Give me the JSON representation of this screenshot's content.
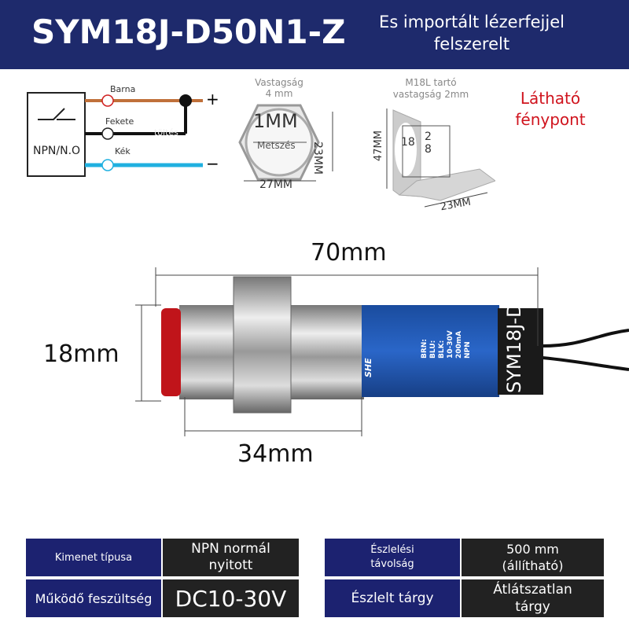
{
  "header": {
    "title": "SYM18J-D50N1-Z",
    "subtitle": "Es importált lézerfejjel felszerelt"
  },
  "wiring": {
    "box_label": "NPN/N.O",
    "wires": [
      {
        "label": "Barna",
        "color": "#c0703a",
        "sign": "+"
      },
      {
        "label": "Fekete",
        "color": "#111111"
      },
      {
        "label": "Kék",
        "color": "#20b0e0",
        "sign": "−"
      }
    ],
    "overlay_text": "töltés"
  },
  "nut": {
    "thickness": "Vastagság",
    "thickness_value": "4 mm",
    "pitch": "1MM",
    "pitch_label": "Metszés",
    "height": "23MM",
    "width": "27MM"
  },
  "bracket": {
    "title": "M18L tartó",
    "thickness": "vastagság 2mm",
    "height": "47MM",
    "width": "23MM",
    "hole": "18",
    "slot_top": "2",
    "slot_bottom": "8"
  },
  "visible_spot": "Látható fénypont",
  "dimensions": {
    "length": "70mm",
    "diameter": "18mm",
    "thread": "34mm"
  },
  "sensor_label": {
    "model": "SYM18J-D",
    "lines": [
      "BRN:",
      "BLU:",
      "BLK:",
      "10-30V",
      "200mA",
      "NPN"
    ],
    "brand": "SHE"
  },
  "specs": [
    {
      "label": "Kimenet típusa",
      "value": "NPN normál nyitott"
    },
    {
      "label": "Működő feszültség",
      "value": "DC10-30V"
    },
    {
      "label": "Észlelési távolság",
      "value": "500 mm (állítható)"
    },
    {
      "label": "Észlelt tárgy",
      "value": "Átlátszatlan tárgy"
    }
  ],
  "colors": {
    "header": "#1e2a6c",
    "spec_label": "#1c2270",
    "spec_value": "#222222",
    "accent_red": "#d0141e",
    "sensor_blue": "#1f5bb5"
  }
}
